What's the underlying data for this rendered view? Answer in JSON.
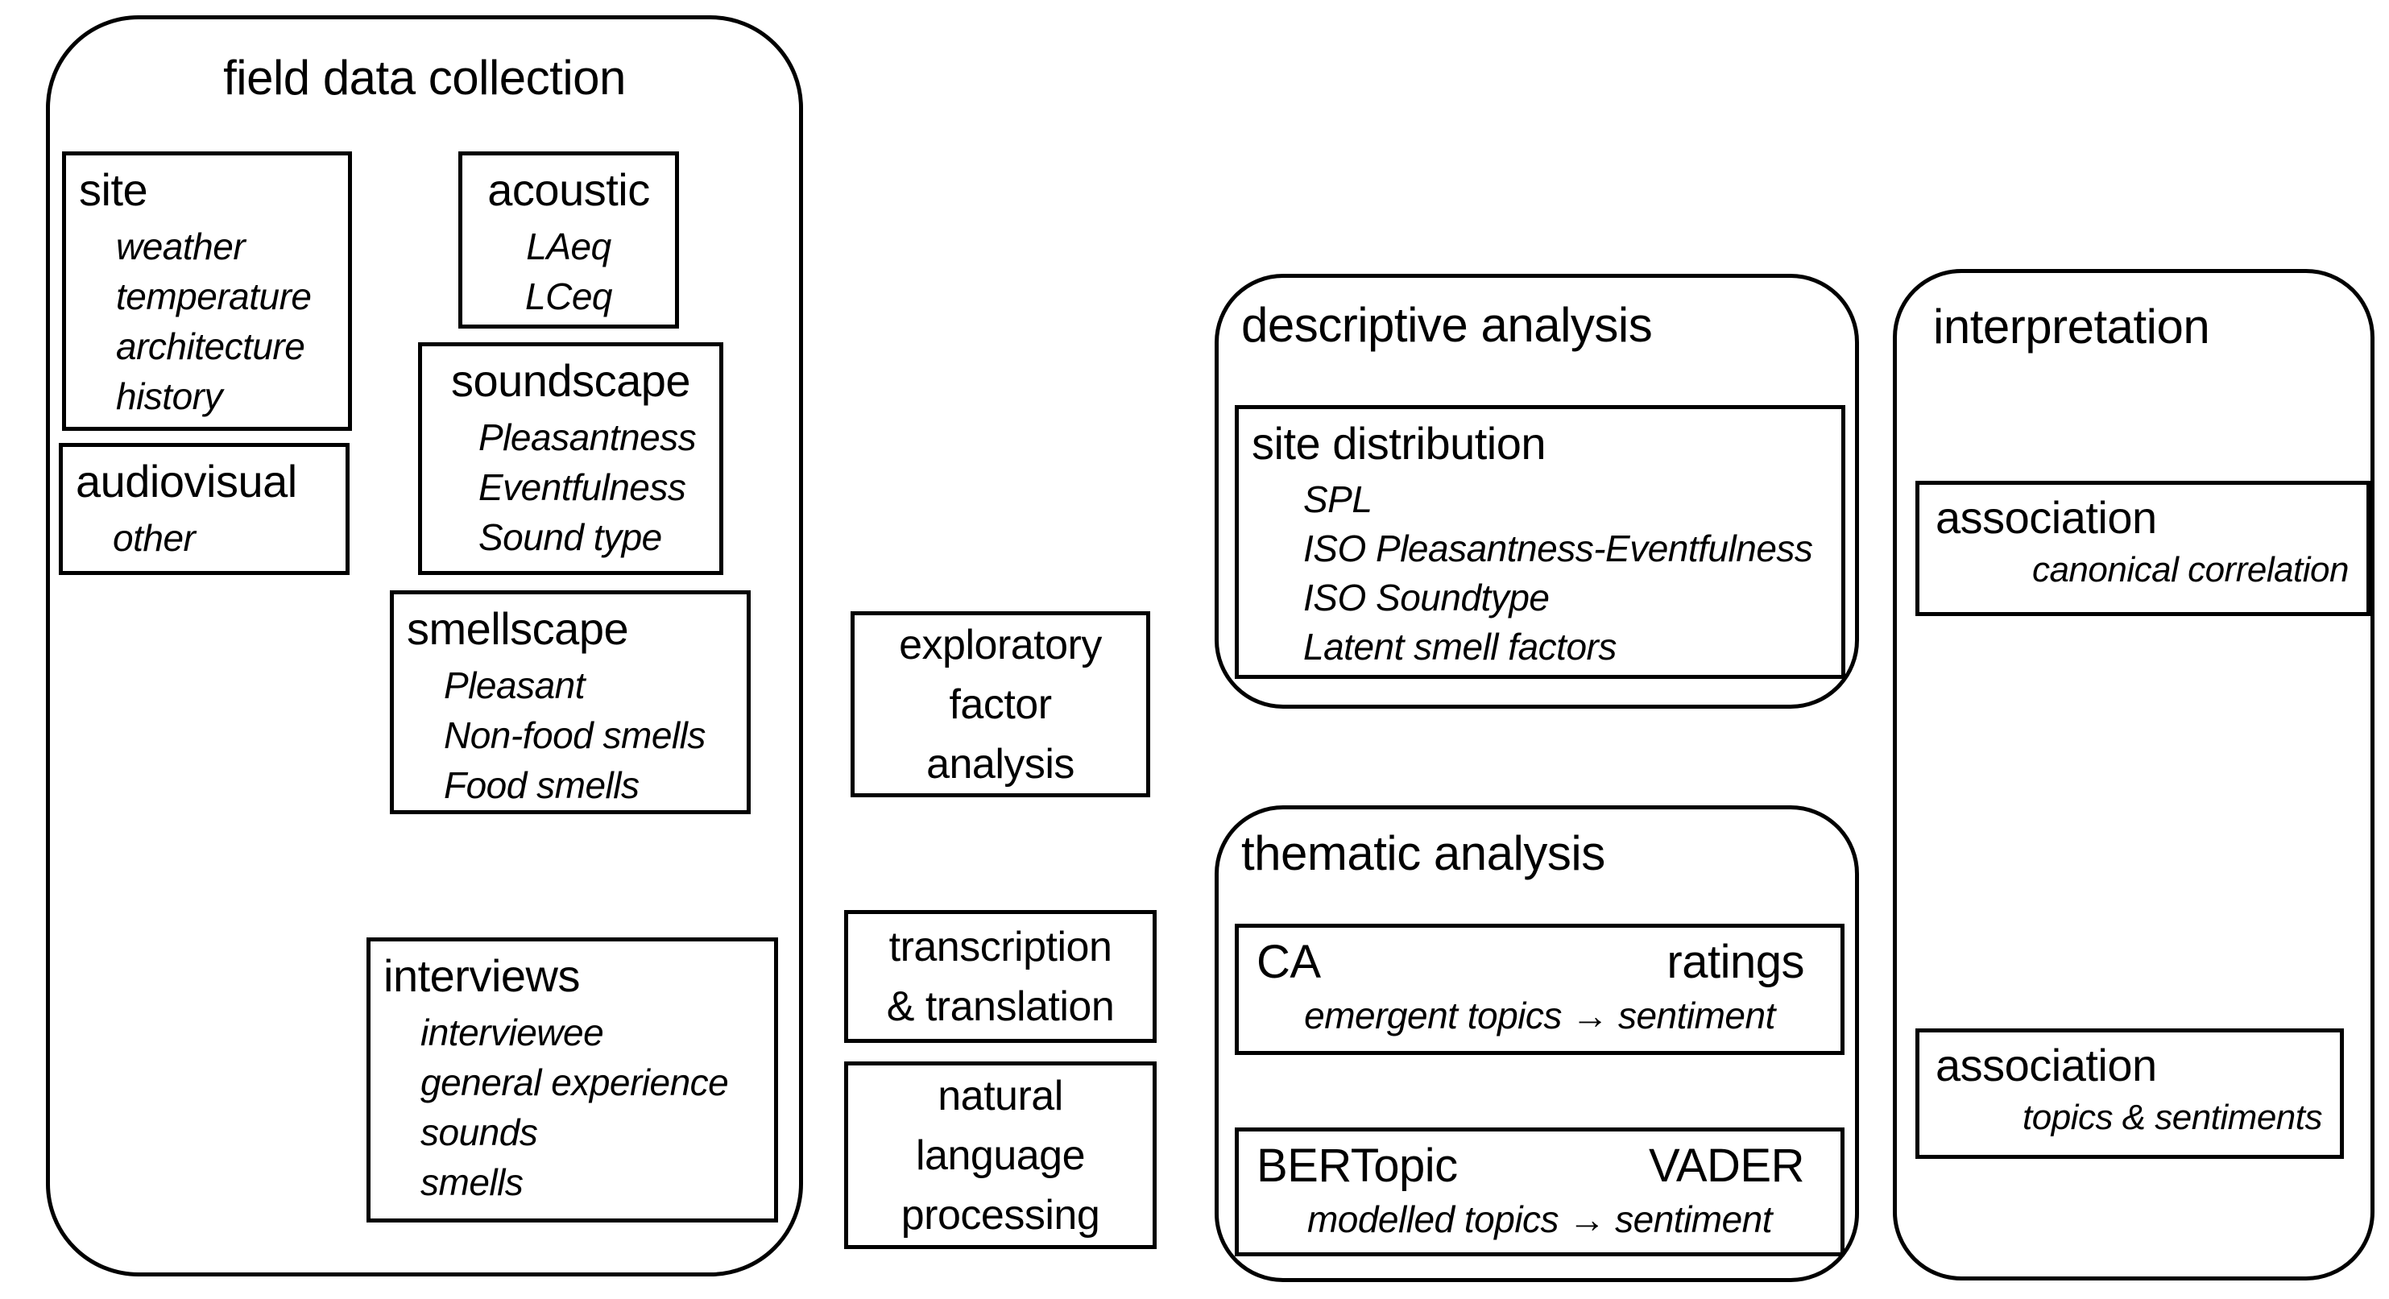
{
  "colors": {
    "ink": "#000000",
    "background": "#ffffff"
  },
  "diagram": {
    "field_data_collection": {
      "title": "field data collection",
      "boxes": {
        "site": {
          "title": "site",
          "items": [
            "weather",
            "temperature",
            "architecture",
            "history"
          ]
        },
        "acoustic": {
          "title": "acoustic",
          "items": [
            "LAeq",
            "LCeq"
          ]
        },
        "soundscape": {
          "title": "soundscape",
          "items": [
            "Pleasantness",
            "Eventfulness",
            "Sound type"
          ]
        },
        "audiovisual": {
          "title": "audiovisual",
          "items": [
            "other"
          ]
        },
        "smellscape": {
          "title": "smellscape",
          "items": [
            "Pleasant",
            "Non-food smells",
            "Food smells"
          ]
        },
        "interviews": {
          "title": "interviews",
          "items": [
            "interviewee",
            "general experience",
            "sounds",
            "smells"
          ]
        }
      }
    },
    "process_boxes": {
      "exploratory_factor_analysis": {
        "lines": [
          "exploratory",
          "factor",
          "analysis"
        ]
      },
      "transcription_translation": {
        "lines": [
          "transcription",
          "& translation"
        ]
      },
      "natural_language_processing": {
        "lines": [
          "natural",
          "language",
          "processing"
        ]
      }
    },
    "descriptive_analysis": {
      "title": "descriptive analysis",
      "site_distribution": {
        "title": "site distribution",
        "items": [
          "SPL",
          "ISO Pleasantness-Eventfulness",
          "ISO Soundtype",
          "Latent smell factors"
        ]
      }
    },
    "thematic_analysis": {
      "title": "thematic analysis",
      "ca_ratings": {
        "left": "CA",
        "right": "ratings",
        "subtitle": "emergent topics → sentiment"
      },
      "bertopic_vader": {
        "left": "BERTopic",
        "right": "VADER",
        "subtitle": "modelled topics → sentiment"
      }
    },
    "interpretation": {
      "title": "interpretation",
      "association_canonical": {
        "title": "association",
        "subtitle": "canonical correlation"
      },
      "association_topics": {
        "title": "association",
        "subtitle": "topics & sentiments"
      }
    }
  }
}
